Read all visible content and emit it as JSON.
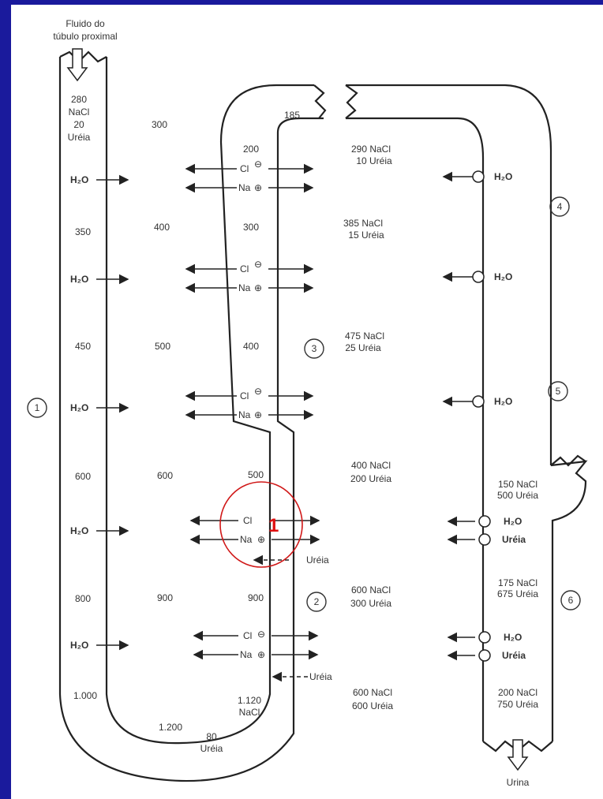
{
  "top_label": [
    "Fluido do",
    "túbulo proximal"
  ],
  "bottom_label": "Urina",
  "numbers": {
    "n1": "1",
    "n2": "2",
    "n3": "3",
    "n4": "4",
    "n5": "5",
    "n6": "6"
  },
  "red_marker": "1",
  "descending_inner": [
    "280",
    "NaCl",
    "20",
    "Uréia"
  ],
  "descending_values": [
    "350",
    "450",
    "600",
    "800",
    "1.000"
  ],
  "interstitial_values": [
    "300",
    "400",
    "500",
    "600",
    "900",
    "1.200"
  ],
  "ascending_values": [
    "185",
    "200",
    "300",
    "400",
    "500",
    "900"
  ],
  "ascending_bottom": [
    "1.120",
    "NaCl",
    "80",
    "Uréia"
  ],
  "middle_solutes": [
    [
      "290 NaCl",
      "10 Uréia"
    ],
    [
      "385 NaCl",
      "15 Uréia"
    ],
    [
      "475 NaCl",
      "25 Uréia"
    ],
    [
      "400 NaCl",
      "200 Uréia"
    ],
    [
      "600 NaCl",
      "300 Uréia"
    ],
    [
      "600 NaCl",
      "600 Uréia"
    ]
  ],
  "collecting_solutes": [
    [
      "150 NaCl",
      "500 Uréia"
    ],
    [
      "175 NaCl",
      "675 Uréia"
    ],
    [
      "200 NaCl",
      "750 Uréia"
    ]
  ],
  "ions": {
    "water": "H₂O",
    "chloride": "Cl",
    "sodium": "Na",
    "urea": "Uréia"
  }
}
